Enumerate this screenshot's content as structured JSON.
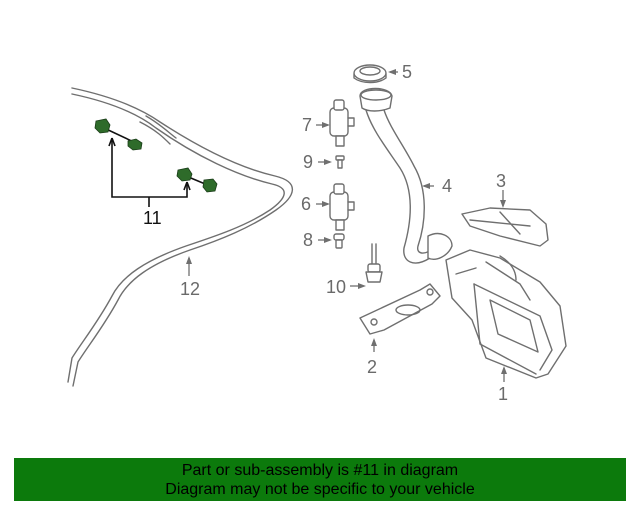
{
  "diagram": {
    "callouts": {
      "p1": "1",
      "p2": "2",
      "p3": "3",
      "p4": "4",
      "p5": "5",
      "p6": "6",
      "p7": "7",
      "p8": "8",
      "p9": "9",
      "p10": "10",
      "p11": "11",
      "p12": "12"
    },
    "colors": {
      "highlight_part": "#2e6b2a",
      "line_art": "#6f6f6f",
      "footer_bg": "#0c7a0c"
    }
  },
  "footer": {
    "line1": "Part or sub-assembly is #11 in diagram",
    "line2": "Diagram may not be specific to your vehicle"
  }
}
